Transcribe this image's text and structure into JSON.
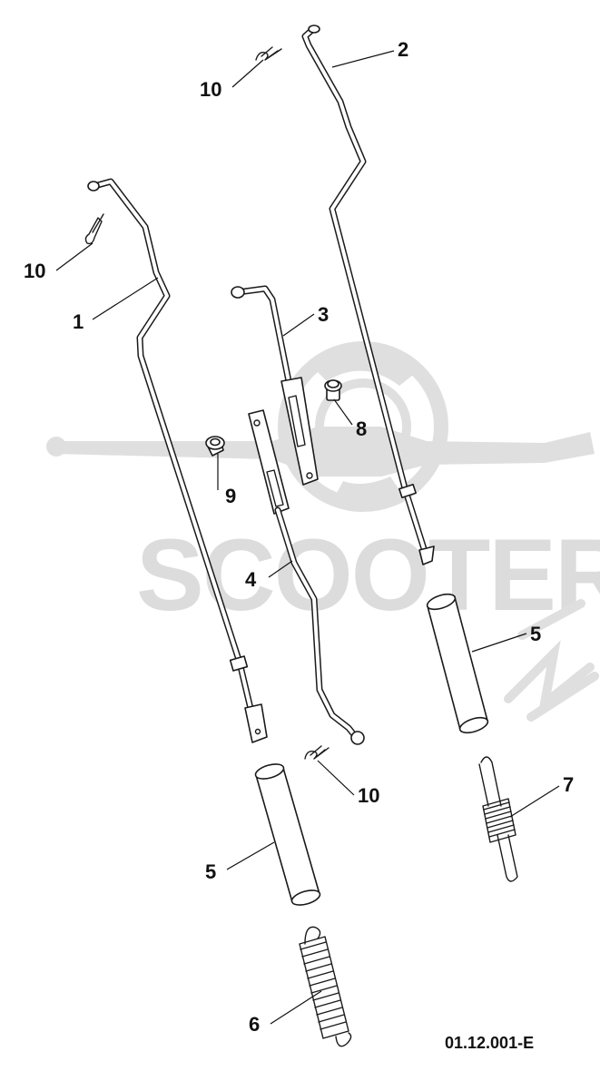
{
  "watermark": {
    "text": "SCOOTER"
  },
  "callouts": [
    "1",
    "2",
    "3",
    "4",
    "5",
    "5",
    "6",
    "7",
    "8",
    "9",
    "10",
    "10",
    "10"
  ],
  "figure_id": "01.12.001-E"
}
